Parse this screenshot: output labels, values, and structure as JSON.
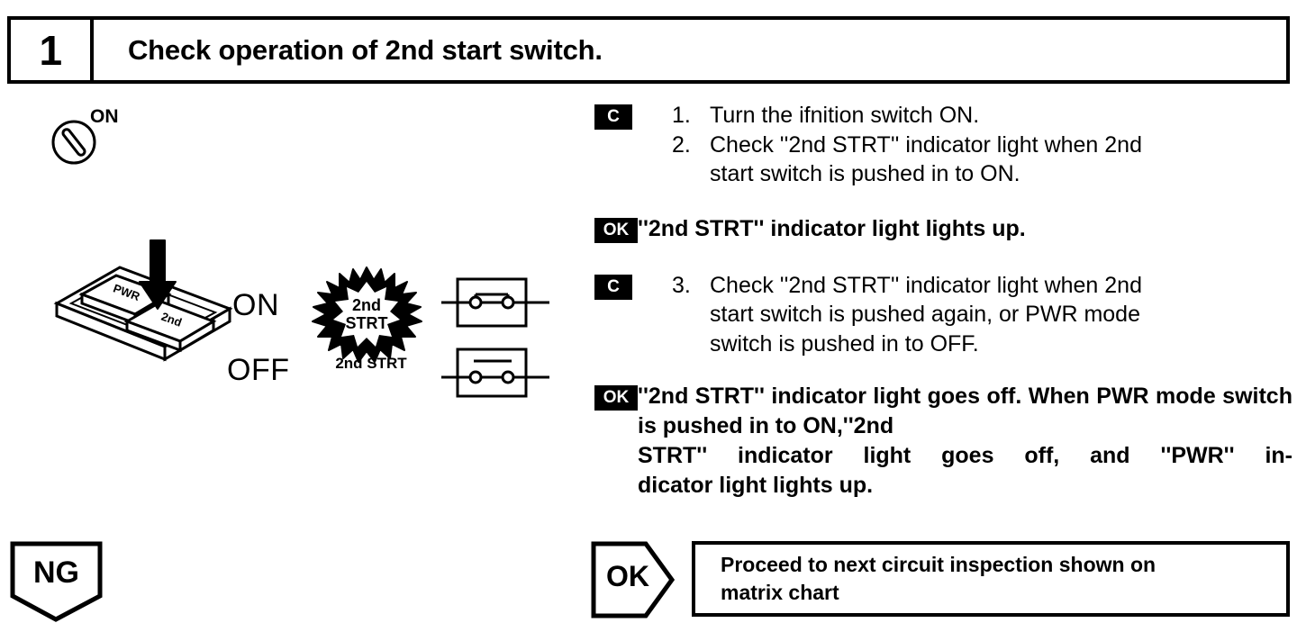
{
  "header": {
    "step_number": "1",
    "title": "Check operation of 2nd start switch."
  },
  "illustration": {
    "ignition_icon_name": "ignition-key-cylinder-icon",
    "ignition_label": "ON",
    "panel_icon_name": "switch-panel-isometric-illustration",
    "panel_buttons": [
      "PWR",
      "2nd"
    ],
    "state_on_label": "ON",
    "state_off_label": "OFF",
    "lamp_lit": {
      "line1": "2nd",
      "line2": "STRT"
    },
    "lamp_off": {
      "line1": "2nd",
      "line2": "STRT"
    },
    "switch_closed_name": "switch-contact-closed-symbol",
    "switch_open_name": "switch-contact-open-symbol"
  },
  "instructions": {
    "block1": {
      "badge": "C",
      "items": [
        {
          "marker": "1.",
          "lines": [
            "Turn the ifnition switch ON."
          ]
        },
        {
          "marker": "2.",
          "lines": [
            "Check ''2nd STRT'' indicator light when 2nd",
            "start switch is pushed in to ON."
          ]
        }
      ]
    },
    "block2": {
      "badge": "OK",
      "lines": [
        "''2nd STRT'' indicator light lights up."
      ]
    },
    "block3": {
      "badge": "C",
      "items": [
        {
          "marker": "3.",
          "lines": [
            "Check ''2nd STRT'' indicator light when 2nd",
            "start switch is pushed again, or PWR mode",
            "switch is pushed in to OFF."
          ]
        }
      ]
    },
    "block4": {
      "badge": "OK",
      "lines": [
        "''2nd STRT'' indicator light goes off.",
        "When PWR mode switch is pushed in to ON,''2nd",
        "STRT'' indicator light goes off, and ''PWR'' in-",
        "dicator light lights up."
      ]
    }
  },
  "footer": {
    "ng_label": "NG",
    "ok_label": "OK",
    "proceed_lines": [
      "Proceed to next circuit inspection shown on",
      "matrix chart"
    ]
  },
  "colors": {
    "ink": "#000000",
    "paper": "#ffffff"
  }
}
